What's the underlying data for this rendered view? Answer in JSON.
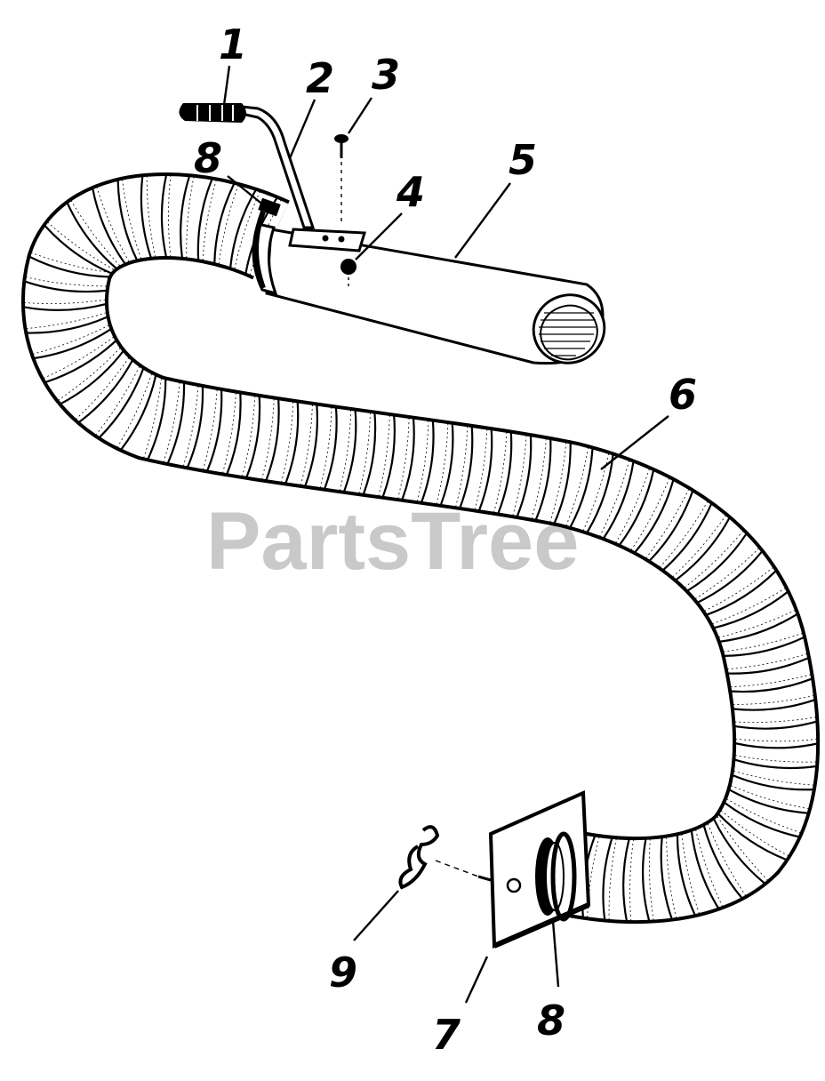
{
  "watermark": {
    "text": "PartsTree",
    "trademark": "™"
  },
  "callouts": [
    {
      "id": "callout-1",
      "label": "1"
    },
    {
      "id": "callout-2",
      "label": "2"
    },
    {
      "id": "callout-3",
      "label": "3"
    },
    {
      "id": "callout-4",
      "label": "4"
    },
    {
      "id": "callout-5",
      "label": "5"
    },
    {
      "id": "callout-6",
      "label": "6"
    },
    {
      "id": "callout-7",
      "label": "7"
    },
    {
      "id": "callout-8-top",
      "label": "8"
    },
    {
      "id": "callout-8-bottom",
      "label": "8"
    },
    {
      "id": "callout-9",
      "label": "9"
    }
  ],
  "colors": {
    "ink": "#000000",
    "paper": "#ffffff",
    "watermark": "#c9c9c9"
  }
}
